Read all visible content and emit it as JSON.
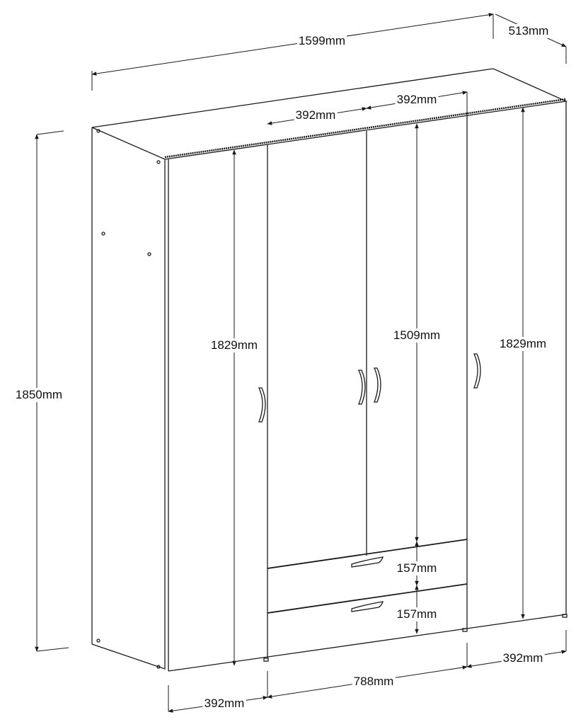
{
  "diagram": {
    "subject": "Four-door wardrobe with two drawers",
    "line_color": "#1a1a1a",
    "background": "#ffffff",
    "dimensions": {
      "overall_width": "1599mm",
      "depth": "513mm",
      "overall_height": "1850mm",
      "top_door_width_left_center": "392mm",
      "top_door_width_right_center": "392mm",
      "left_door_height": "1829mm",
      "center_door_height": "1509mm",
      "right_door_height": "1829mm",
      "drawer_top_height": "157mm",
      "drawer_bottom_height": "157mm",
      "bottom_left_width": "392mm",
      "bottom_center_width": "788mm",
      "bottom_right_width": "392mm"
    },
    "components": [
      "side-panel",
      "left-door",
      "center-left-door",
      "center-right-door",
      "right-door",
      "top-drawer",
      "bottom-drawer"
    ]
  }
}
